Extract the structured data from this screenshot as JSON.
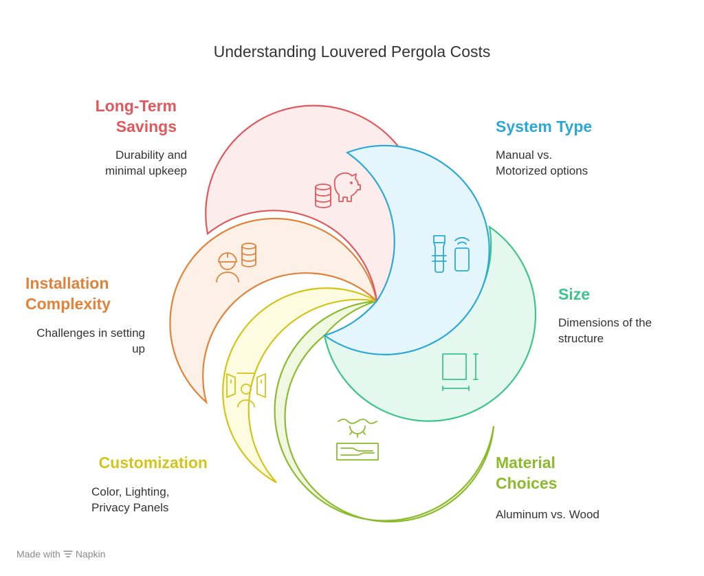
{
  "title": "Understanding Louvered Pergola Costs",
  "footer": {
    "made_with": "Made with",
    "brand": "Napkin"
  },
  "segments": [
    {
      "id": "long-term-savings",
      "heading_line1": "Long-Term",
      "heading_line2": "Savings",
      "desc_line1": "Durability and",
      "desc_line2": "minimal upkeep",
      "color": "#e0585b",
      "fill": "#fdecec",
      "icon": "piggy-bank-coins-icon"
    },
    {
      "id": "system-type",
      "heading_line1": "System Type",
      "desc_line1": "Manual vs.",
      "desc_line2": "Motorized options",
      "color": "#2ba8d6",
      "fill": "#e4f6fc",
      "icon": "remote-device-icon"
    },
    {
      "id": "size",
      "heading_line1": "Size",
      "desc_line1": "Dimensions of the",
      "desc_line2": "structure",
      "color": "#3cc48a",
      "fill": "#e5f8ef",
      "icon": "dimensions-icon"
    },
    {
      "id": "material-choices",
      "heading_line1": "Material",
      "heading_line2": "Choices",
      "desc_line1": "Aluminum vs. Wood",
      "color": "#8bbb2c",
      "fill": "#f1f8e2",
      "icon": "wood-gear-icon"
    },
    {
      "id": "customization",
      "heading_line1": "Customization",
      "desc_line1": "Color, Lighting,",
      "desc_line2": "Privacy Panels",
      "color": "#d4c41a",
      "fill": "#fdfbe0",
      "icon": "lighting-panel-icon"
    },
    {
      "id": "installation-complexity",
      "heading_line1": "Installation",
      "heading_line2": "Complexity",
      "desc_line1": "Challenges in setting",
      "desc_line2": "up",
      "color": "#e0823a",
      "fill": "#fdf0e6",
      "icon": "worker-coins-icon"
    }
  ]
}
